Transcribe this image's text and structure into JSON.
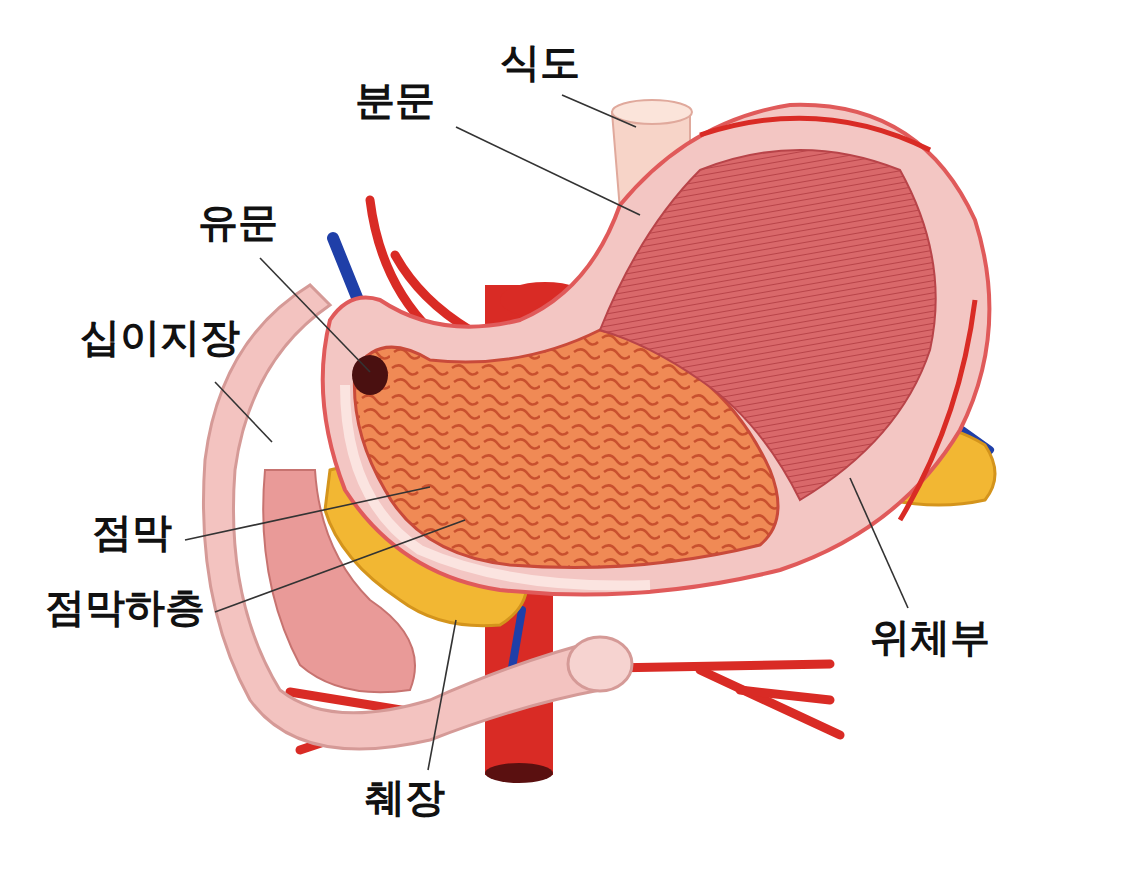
{
  "diagram": {
    "labels": [
      "식도",
      "분문",
      "유문",
      "십이지장",
      "점막",
      "점막하층",
      "위체부",
      "췌장"
    ]
  }
}
